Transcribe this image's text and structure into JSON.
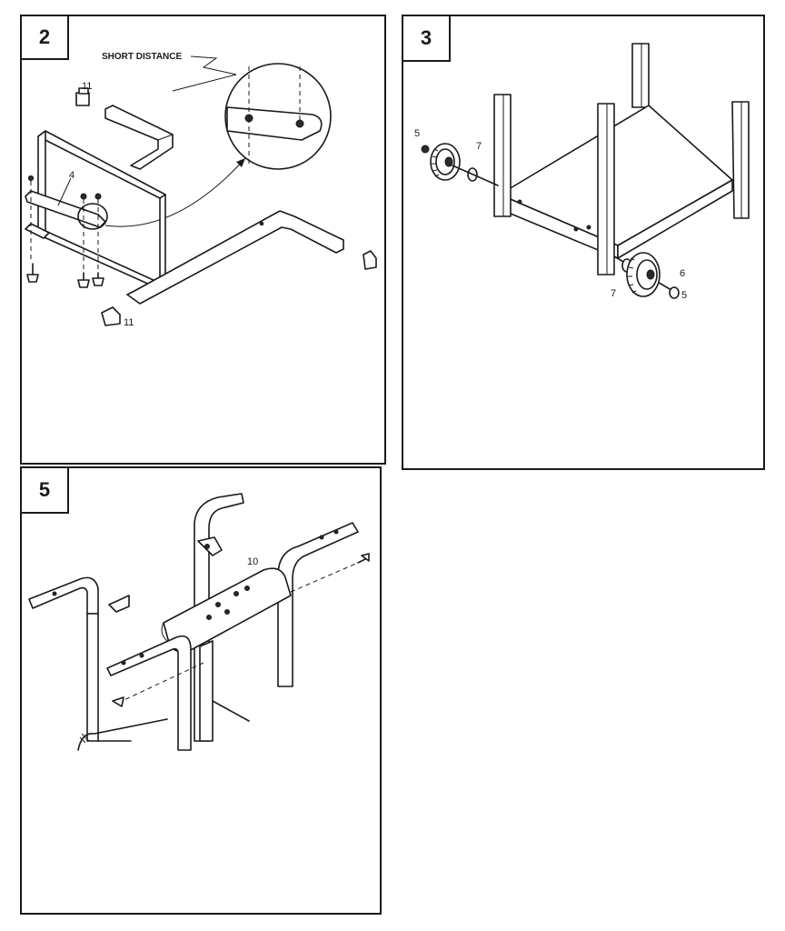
{
  "panels": {
    "step2": {
      "badge": "2",
      "callout": "SHORT DISTANCE",
      "labels": {
        "cap_top": "11",
        "cap_bottom": "11",
        "bracket": "4"
      }
    },
    "step3": {
      "badge": "3",
      "labels": {
        "nut_left": "5",
        "axle_left": "7",
        "axle_right": "7",
        "washer": "6",
        "nut_right": "5"
      }
    },
    "step5": {
      "badge": "5",
      "labels": {
        "brace": "10"
      }
    }
  },
  "colors": {
    "ink": "#1a1a1a",
    "paper": "#ffffff"
  }
}
